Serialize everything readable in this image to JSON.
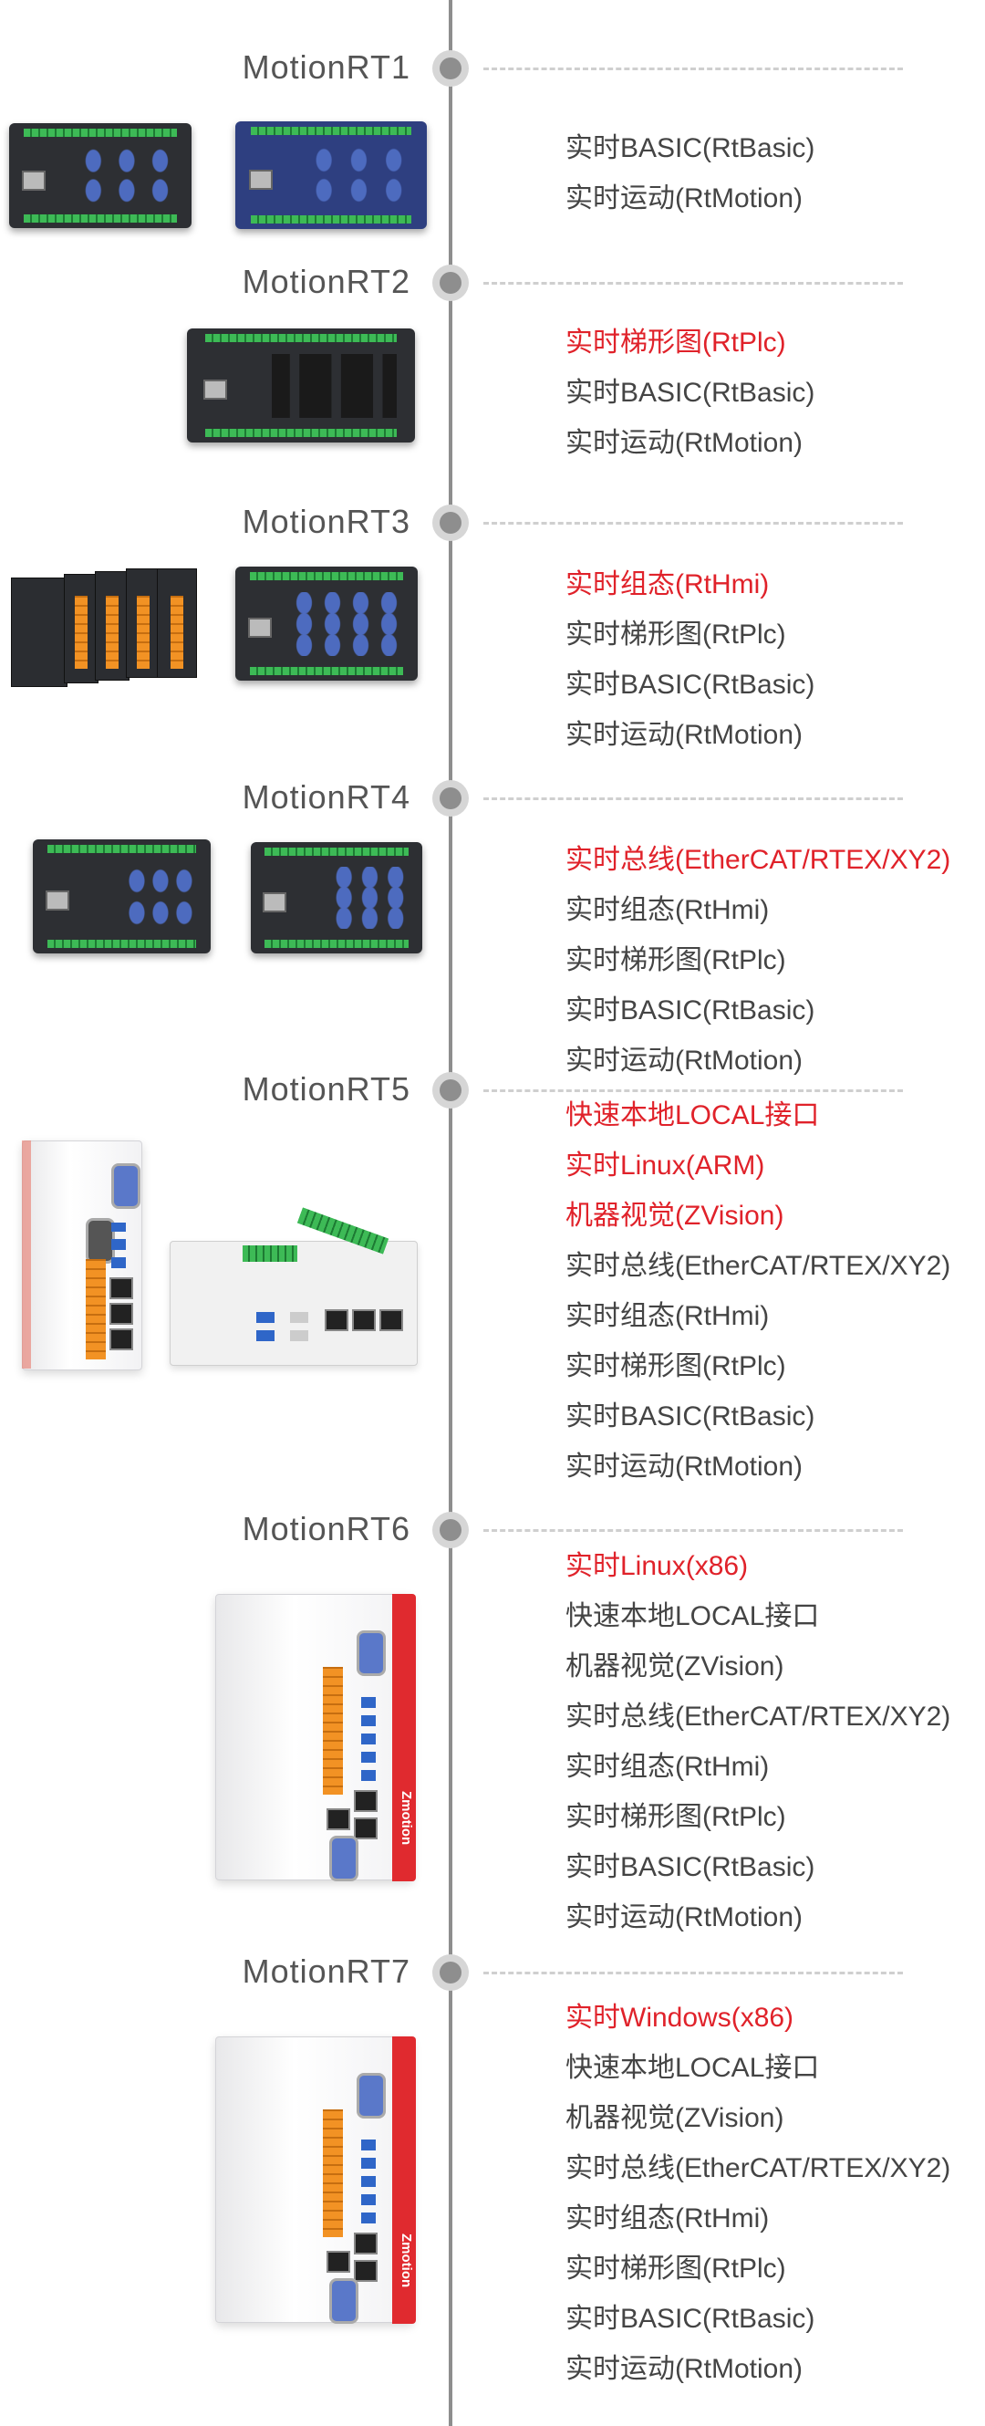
{
  "sections": [
    {
      "title": "MotionRT1",
      "features": [
        {
          "label": "实时BASIC(RtBasic)",
          "highlight": false
        },
        {
          "label": "实时运动(RtMotion)",
          "highlight": false
        }
      ]
    },
    {
      "title": "MotionRT2",
      "features": [
        {
          "label": "实时梯形图(RtPlc)",
          "highlight": true
        },
        {
          "label": "实时BASIC(RtBasic)",
          "highlight": false
        },
        {
          "label": "实时运动(RtMotion)",
          "highlight": false
        }
      ]
    },
    {
      "title": "MotionRT3",
      "features": [
        {
          "label": "实时组态(RtHmi)",
          "highlight": true
        },
        {
          "label": "实时梯形图(RtPlc)",
          "highlight": false
        },
        {
          "label": "实时BASIC(RtBasic)",
          "highlight": false
        },
        {
          "label": "实时运动(RtMotion)",
          "highlight": false
        }
      ]
    },
    {
      "title": "MotionRT4",
      "features": [
        {
          "label": "实时总线(EtherCAT/RTEX/XY2)",
          "highlight": true
        },
        {
          "label": "实时组态(RtHmi)",
          "highlight": false
        },
        {
          "label": "实时梯形图(RtPlc)",
          "highlight": false
        },
        {
          "label": "实时BASIC(RtBasic)",
          "highlight": false
        },
        {
          "label": "实时运动(RtMotion)",
          "highlight": false
        }
      ]
    },
    {
      "title": "MotionRT5",
      "features": [
        {
          "label": "快速本地LOCAL接口",
          "highlight": true
        },
        {
          "label": "实时Linux(ARM)",
          "highlight": true
        },
        {
          "label": "机器视觉(ZVision)",
          "highlight": true
        },
        {
          "label": "实时总线(EtherCAT/RTEX/XY2)",
          "highlight": false
        },
        {
          "label": "实时组态(RtHmi)",
          "highlight": false
        },
        {
          "label": "实时梯形图(RtPlc)",
          "highlight": false
        },
        {
          "label": "实时BASIC(RtBasic)",
          "highlight": false
        },
        {
          "label": "实时运动(RtMotion)",
          "highlight": false
        }
      ]
    },
    {
      "title": "MotionRT6",
      "features": [
        {
          "label": "实时Linux(x86)",
          "highlight": true
        },
        {
          "label": "快速本地LOCAL接口",
          "highlight": false
        },
        {
          "label": "机器视觉(ZVision)",
          "highlight": false
        },
        {
          "label": "实时总线(EtherCAT/RTEX/XY2)",
          "highlight": false
        },
        {
          "label": "实时组态(RtHmi)",
          "highlight": false
        },
        {
          "label": "实时梯形图(RtPlc)",
          "highlight": false
        },
        {
          "label": "实时BASIC(RtBasic)",
          "highlight": false
        },
        {
          "label": "实时运动(RtMotion)",
          "highlight": false
        }
      ]
    },
    {
      "title": "MotionRT7",
      "features": [
        {
          "label": "实时Windows(x86)",
          "highlight": true
        },
        {
          "label": "快速本地LOCAL接口",
          "highlight": false
        },
        {
          "label": "机器视觉(ZVision)",
          "highlight": false
        },
        {
          "label": "实时总线(EtherCAT/RTEX/XY2)",
          "highlight": false
        },
        {
          "label": "实时组态(RtHmi)",
          "highlight": false
        },
        {
          "label": "实时梯形图(RtPlc)",
          "highlight": false
        },
        {
          "label": "实时BASIC(RtBasic)",
          "highlight": false
        },
        {
          "label": "实时运动(RtMotion)",
          "highlight": false
        }
      ]
    }
  ],
  "devices": {
    "brand_label": "Zmotion"
  },
  "colors": {
    "highlight": "#e0222a",
    "text": "#444444",
    "timeline": "#8e8e8e"
  }
}
